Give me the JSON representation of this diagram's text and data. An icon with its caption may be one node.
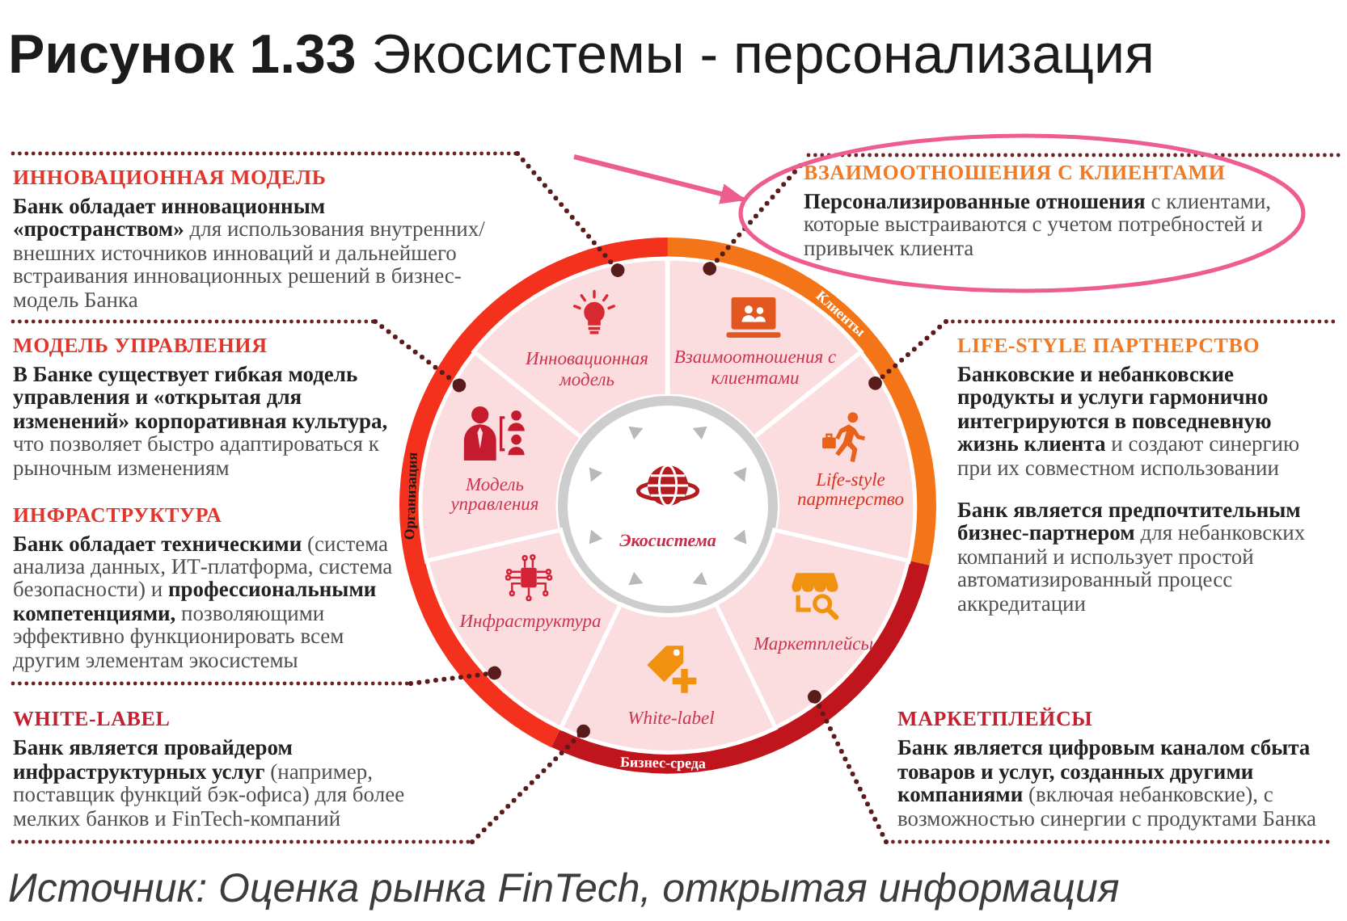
{
  "diagram": {
    "title": "**Рисунок 1.33** Экосистемы - персонализация",
    "caption": "Источник: Оценка рынка FinTech, открытая информация",
    "nodes": [
      {
        "text": [
          "ИННОВАЦИОННАЯ МОДЕЛЬ",
          "**Банк обладает инновационным «пространством»** для использования внутренних/внешних источников инноваций и дальнейшего встраивания инновационных решений в бизнес-модель Банка"
        ]
      },
      {
        "text": [
          "ВЗАИМООТНОШЕНИЯ С КЛИЕНТАМИ",
          "**Персонализированные отношения** с клиентами, которые выстраиваются с учетом потребностей и привычек клиента"
        ]
      },
      {
        "text": [
          "МОДЕЛЬ УПРАВЛЕНИЯ",
          "**В Банке существует гибкая модель управления и «открытая для изменений» корпоративная культура,** что позволяет быстро адаптироваться к рыночным изменениям"
        ]
      },
      {
        "text": [
          "LIFE-STYLE ПАРТНЕРСТВО",
          "**Банковские и небанковские продукты и услуги гармонично интегрируются в повседневную жизнь клиента** и создают синергию при их совместном использовании",
          "**Банк является предпочтительным бизнес-партнером** для небанковских компаний и использует простой автоматизированный процесс аккредитации"
        ]
      },
      {
        "text": [
          "ИНФРАСТРУКТУРА",
          "**Банк обладает техническими** (система анализа данных, ИТ-платформа, система безопасности) и **профессиональными компетенциями,** позволяющими эффективно функционировать всем другим элементам экосистемы"
        ]
      },
      {
        "text": [
          "WHITE-LABEL",
          "**Банк является провайдером инфраструктурных услуг** (например, поставщик функций бэк-офиса) для более мелких банков и FinTech-компаний"
        ]
      },
      {
        "text": [
          "МАРКЕТПЛЕЙСЫ",
          "**Банк является цифровым каналом сбыта товаров и услуг, созданных другими компаниями** (включая небанковские), с возможностью синергии с продуктами Банка"
        ]
      },
      {
        "text": [
          "Организация"
        ]
      },
      {
        "text": [
          "Клиенты"
        ]
      },
      {
        "text": [
          "Бизнес-среда"
        ]
      },
      {
        "text": [
          "Инновационная модель"
        ]
      },
      {
        "text": [
          "Взаимоотношения с клиентами"
        ]
      },
      {
        "text": [
          "Модель управления"
        ]
      },
      {
        "text": [
          "Life-style партнерство"
        ]
      },
      {
        "text": [
          "Экосистема"
        ]
      },
      {
        "text": [
          "Инфраструктура"
        ]
      },
      {
        "text": [
          "Маркетплейсы"
        ]
      },
      {
        "text": [
          "White-label"
        ]
      }
    ],
    "edges": [
      {
        "from": 0,
        "to": 10,
        "arrow": "other",
        "style": "dashed"
      },
      {
        "from": 1,
        "to": 11,
        "arrow": "other",
        "style": "dashed"
      },
      {
        "from": 2,
        "to": 12,
        "arrow": "other",
        "style": "dashed"
      },
      {
        "from": 3,
        "to": 13,
        "arrow": "other",
        "style": "dashed"
      },
      {
        "from": 4,
        "to": 15,
        "arrow": "other",
        "style": "dashed"
      },
      {
        "from": 5,
        "to": 17,
        "arrow": "other",
        "style": "dashed"
      },
      {
        "from": 6,
        "to": 16,
        "arrow": "other",
        "style": "dashed"
      },
      {
        "from": null,
        "to": 1,
        "arrow": "to",
        "color": "#ee5d90"
      }
    ]
  }
}
